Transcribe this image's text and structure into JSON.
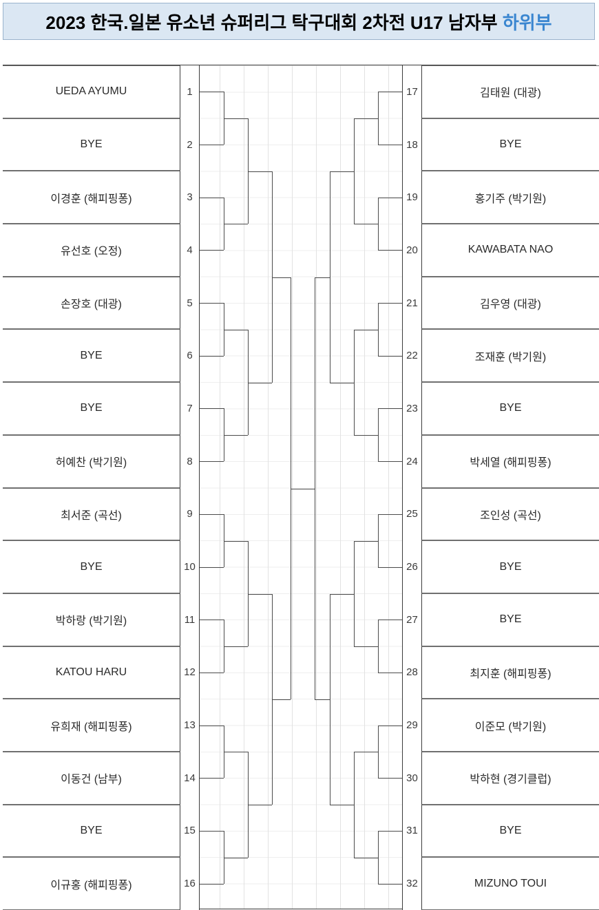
{
  "header": {
    "title_main": "2023 한국.일본 유소년 슈퍼리그 탁구대회 2차전 U17 남자부",
    "title_highlight": "하위부",
    "highlight_color": "#3a86d0",
    "background_color": "#dbe7f3"
  },
  "bracket": {
    "type": "single-elimination",
    "size": 32,
    "left_side": [
      {
        "seed": "1",
        "name": "UEDA AYUMU"
      },
      {
        "seed": "2",
        "name": "BYE"
      },
      {
        "seed": "3",
        "name": "이경훈 (해피핑퐁)"
      },
      {
        "seed": "4",
        "name": "유선호 (오정)"
      },
      {
        "seed": "5",
        "name": "손장호 (대광)"
      },
      {
        "seed": "6",
        "name": "BYE"
      },
      {
        "seed": "7",
        "name": "BYE"
      },
      {
        "seed": "8",
        "name": "허예찬 (박기원)"
      },
      {
        "seed": "9",
        "name": "최서준 (곡선)"
      },
      {
        "seed": "10",
        "name": "BYE"
      },
      {
        "seed": "11",
        "name": "박하랑 (박기원)"
      },
      {
        "seed": "12",
        "name": "KATOU HARU"
      },
      {
        "seed": "13",
        "name": "유희재 (해피핑퐁)"
      },
      {
        "seed": "14",
        "name": "이동건 (남부)"
      },
      {
        "seed": "15",
        "name": "BYE"
      },
      {
        "seed": "16",
        "name": "이규홍 (해피핑퐁)"
      }
    ],
    "right_side": [
      {
        "seed": "17",
        "name": "김태원 (대광)"
      },
      {
        "seed": "18",
        "name": "BYE"
      },
      {
        "seed": "19",
        "name": "홍기주 (박기원)"
      },
      {
        "seed": "20",
        "name": "KAWABATA NAO"
      },
      {
        "seed": "21",
        "name": "김우영 (대광)"
      },
      {
        "seed": "22",
        "name": "조재훈 (박기원)"
      },
      {
        "seed": "23",
        "name": "BYE"
      },
      {
        "seed": "24",
        "name": "박세열 (해피핑퐁)"
      },
      {
        "seed": "25",
        "name": "조인성 (곡선)"
      },
      {
        "seed": "26",
        "name": "BYE"
      },
      {
        "seed": "27",
        "name": "BYE"
      },
      {
        "seed": "28",
        "name": "최지훈 (해피핑퐁)"
      },
      {
        "seed": "29",
        "name": "이준모 (박기원)"
      },
      {
        "seed": "30",
        "name": "박하현 (경기클럽)"
      },
      {
        "seed": "31",
        "name": "BYE"
      },
      {
        "seed": "32",
        "name": "MIZUNO TOUI"
      }
    ]
  }
}
